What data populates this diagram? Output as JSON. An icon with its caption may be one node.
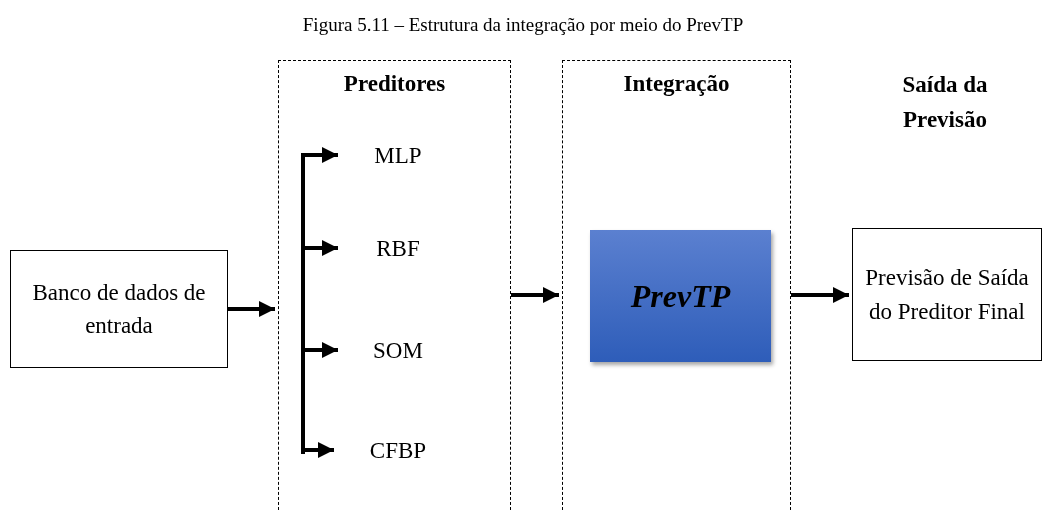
{
  "diagram": {
    "title": "Figura 5.11 – Estrutura da integração por meio do PrevTP",
    "nodes": [
      {
        "text": [
          "Banco de dados de entrada"
        ]
      },
      {
        "text": [
          "Preditores"
        ]
      },
      {
        "text": [
          "MLP"
        ],
        "in": 1
      },
      {
        "text": [
          "RBF"
        ],
        "in": 1
      },
      {
        "text": [
          "SOM"
        ],
        "in": 1
      },
      {
        "text": [
          "CFBP"
        ],
        "in": 1
      },
      {
        "text": [
          "Integração"
        ]
      },
      {
        "text": [
          "PrevTP"
        ],
        "in": 6
      },
      {
        "text": [
          "Previsão de Saída do Preditor Final"
        ]
      }
    ],
    "edges": [
      {
        "from": 0,
        "to": 1,
        "arrow": "to"
      },
      {
        "from": null,
        "to": 2,
        "arrow": "to"
      },
      {
        "from": null,
        "to": 3,
        "arrow": "to"
      },
      {
        "from": null,
        "to": 4,
        "arrow": "to"
      },
      {
        "from": null,
        "to": 5,
        "arrow": "to"
      },
      {
        "from": 1,
        "to": 6,
        "arrow": "to"
      },
      {
        "from": 6,
        "to": 8,
        "arrow": "to"
      }
    ],
    "labels": [
      "Saída da Previsão"
    ]
  }
}
